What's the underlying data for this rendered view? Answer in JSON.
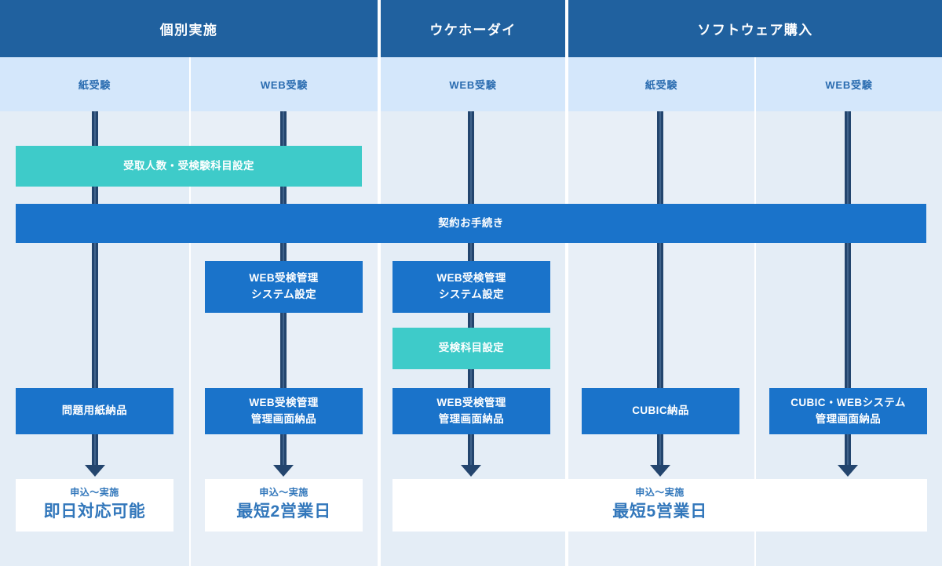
{
  "palette": {
    "group_header_bg": "#20619f",
    "sub_header_bg": "#d4e7fb",
    "sub_header_text": "#2a6cb0",
    "column_bg_a": "#e4edf6",
    "column_bg_b": "#e8eff7",
    "box_blue": "#1a73ca",
    "box_teal": "#3ecbc9",
    "connector": "#23456e",
    "result_bg": "#ffffff",
    "result_text": "#3277bb",
    "divider": "#ffffff"
  },
  "groups": [
    {
      "label": "個別実施"
    },
    {
      "label": "ウケホーダイ"
    },
    {
      "label": "ソフトウェア購入"
    }
  ],
  "columns": [
    {
      "group": "個別実施",
      "method": "紙受験"
    },
    {
      "group": "個別実施",
      "method": "WEB受験"
    },
    {
      "group": "ウケホーダイ",
      "method": "WEB受験"
    },
    {
      "group": "ソフトウェア購入",
      "method": "紙受験"
    },
    {
      "group": "ソフトウェア購入",
      "method": "WEB受験"
    }
  ],
  "shared_steps": [
    {
      "id": "recipients",
      "label": "受取人数・受検験科目設定",
      "style": "teal",
      "spans": "col1-col2"
    },
    {
      "id": "contract",
      "label": "契約お手続き",
      "style": "blue",
      "spans": "col1-col5"
    }
  ],
  "steps": {
    "col1": [
      {
        "id": "paper-delivery",
        "label": "問題用紙納品",
        "style": "blue"
      }
    ],
    "col2": [
      {
        "id": "web-system-setup",
        "line1": "WEB受検管理",
        "line2": "システム設定",
        "style": "blue"
      },
      {
        "id": "web-admin-delivery",
        "line1": "WEB受検管理",
        "line2": "管理画面納品",
        "style": "blue"
      }
    ],
    "col3": [
      {
        "id": "web-system-setup",
        "line1": "WEB受検管理",
        "line2": "システム設定",
        "style": "blue"
      },
      {
        "id": "subject-setup",
        "label": "受検科目設定",
        "style": "teal"
      },
      {
        "id": "web-admin-delivery",
        "line1": "WEB受検管理",
        "line2": "管理画面納品",
        "style": "blue"
      }
    ],
    "col4": [
      {
        "id": "cubic-delivery",
        "label": "CUBIC納品",
        "style": "blue"
      }
    ],
    "col5": [
      {
        "id": "cubic-web-delivery",
        "line1": "CUBIC・WEBシステム",
        "line2": "管理画面納品",
        "style": "blue"
      }
    ]
  },
  "results": [
    {
      "id": "result-col1",
      "caption": "申込〜実施",
      "value": "即日対応可能",
      "spans": "col1"
    },
    {
      "id": "result-col2",
      "caption": "申込〜実施",
      "value": "最短2営業日",
      "spans": "col2"
    },
    {
      "id": "result-col345",
      "caption": "申込〜実施",
      "value": "最短5営業日",
      "spans": "col3-col5"
    }
  ]
}
